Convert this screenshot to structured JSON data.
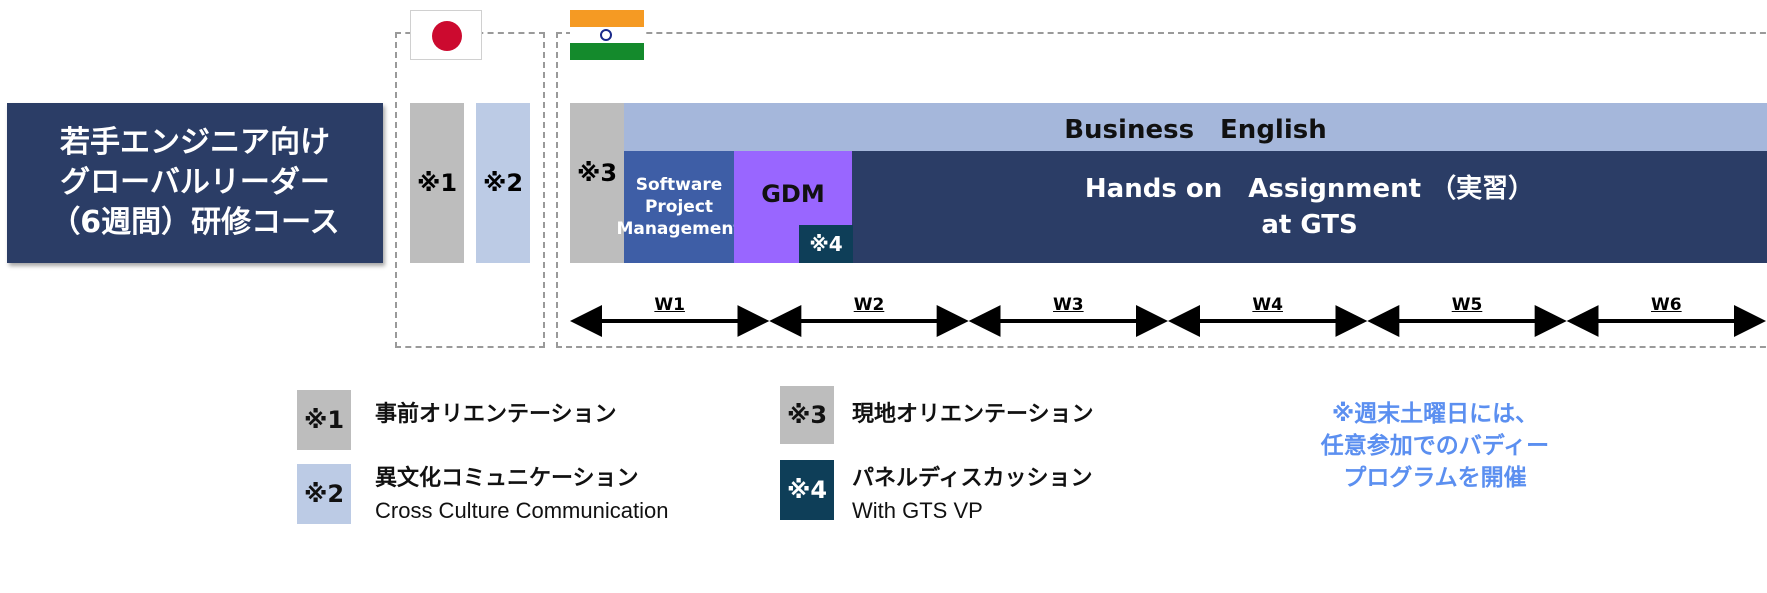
{
  "course_title": [
    "若手エンジニア向け",
    "グローバルリーダー",
    "（6週間）研修コース"
  ],
  "blocks": {
    "mark1": "※1",
    "mark2": "※2",
    "mark3": "※3",
    "business_english": "Business　English",
    "spm": [
      "Software",
      "Project",
      "Management"
    ],
    "gdm": "GDM",
    "mark4": "※4",
    "hands_on": [
      "Hands on　Assignment （実習）",
      "at GTS"
    ]
  },
  "weeks": [
    "W1",
    "W2",
    "W3",
    "W4",
    "W5",
    "W6"
  ],
  "legend": [
    {
      "mark": "※1",
      "text": "事前オリエンテーション",
      "sub": ""
    },
    {
      "mark": "※2",
      "text": "異文化コミュニケーション",
      "sub": "Cross Culture Communication"
    },
    {
      "mark": "※3",
      "text": "現地オリエンテーション",
      "sub": ""
    },
    {
      "mark": "※4",
      "text": "パネルディスカッション",
      "sub": "With GTS VP"
    }
  ],
  "weekend_note": [
    "※週末土曜日には、",
    "任意参加でのバディー",
    "プログラムを開催"
  ],
  "flags": {
    "left": "japan-flag-icon",
    "right": "india-flag-icon"
  },
  "colors": {
    "navy": "#2b3d66",
    "light_blue": "#a5b7db",
    "spm_blue": "#3e5ea6",
    "gdm_purple": "#9966ff",
    "dark_teal": "#0e3e58",
    "gray": "#bdbdbd",
    "lavender": "#bccbe5",
    "note_blue": "#5b8ff0"
  }
}
